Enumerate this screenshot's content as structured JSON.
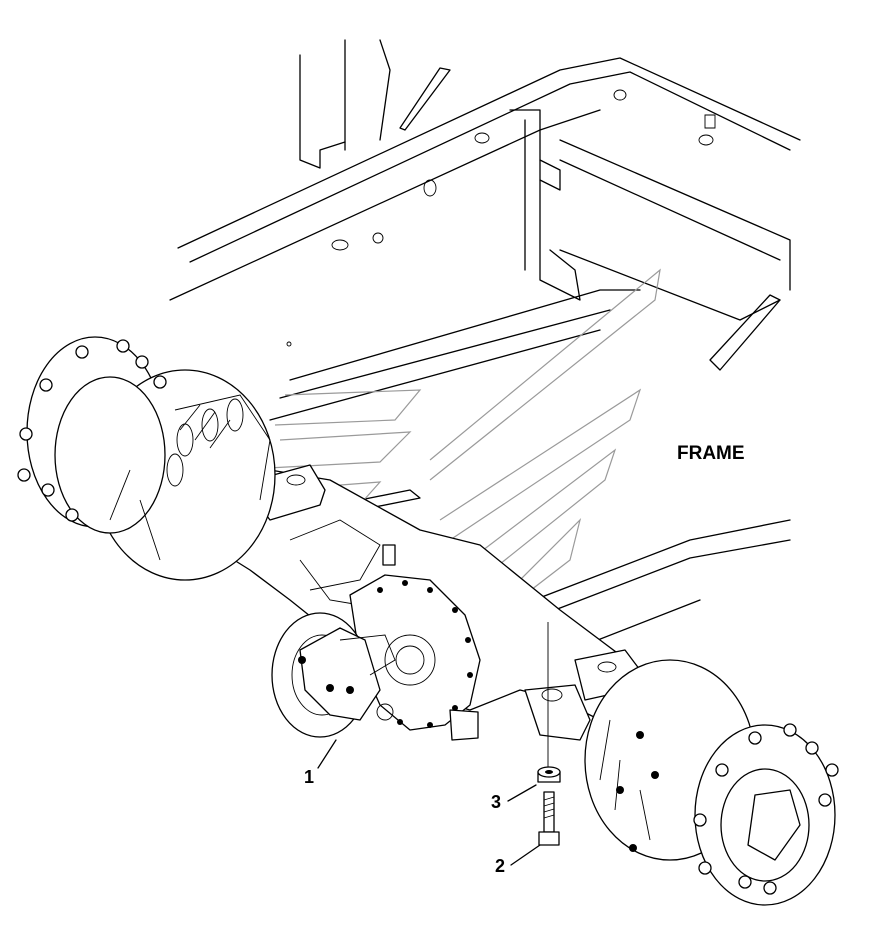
{
  "diagram": {
    "frame_label": "FRAME",
    "callouts": [
      {
        "id": "1",
        "text": "1"
      },
      {
        "id": "2",
        "text": "2"
      },
      {
        "id": "3",
        "text": "3"
      }
    ]
  }
}
